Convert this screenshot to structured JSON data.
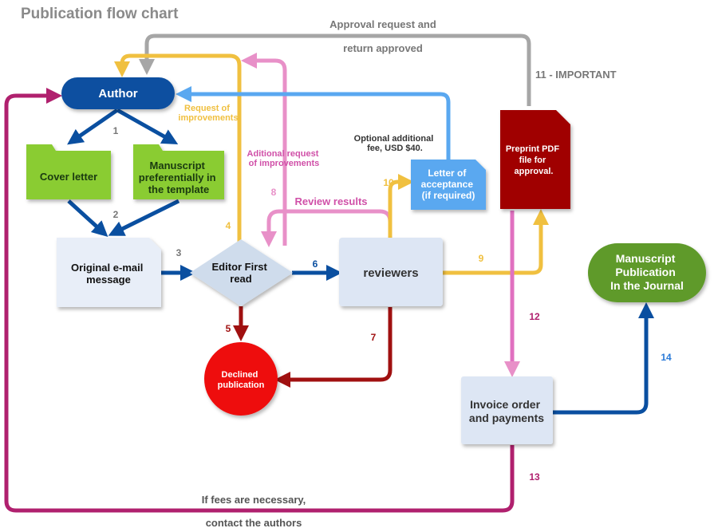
{
  "title": "Publication flow chart",
  "nodes": {
    "author": "Author",
    "cover_letter": "Cover letter",
    "manuscript": [
      "Manuscript",
      "preferentially in",
      "the template"
    ],
    "email": [
      "Original e-mail",
      "message"
    ],
    "editor": [
      "Editor First",
      "read"
    ],
    "reviewers": "reviewers",
    "declined": [
      "Declined",
      "publication"
    ],
    "letter": [
      "Letter of",
      "acceptance",
      "(if required)"
    ],
    "preprint": [
      "Preprint PDF",
      "file for",
      "approval."
    ],
    "invoice": [
      "Invoice order",
      "and payments"
    ],
    "publication": [
      "Manuscript",
      "Publication",
      "In the Journal"
    ]
  },
  "edge_labels": {
    "approval_1": "Approval request and",
    "approval_2": "return approved",
    "important": "11 - IMPORTANT",
    "request_improvements": [
      "Request of",
      "improvements"
    ],
    "additional_request": [
      "Aditional request",
      "of improvements"
    ],
    "optional_fee": [
      "Optional additional",
      "fee, USD $40."
    ],
    "review_results": "Review results",
    "fees_1": "If fees are necessary,",
    "fees_2": "contact the authors"
  },
  "numbers": {
    "n1": "1",
    "n2": "2",
    "n3": "3",
    "n4": "4",
    "n5": "5",
    "n6": "6",
    "n7": "7",
    "n8": "8",
    "n9": "9",
    "n10": "10",
    "n12": "12",
    "n13": "13",
    "n14": "14"
  },
  "colors": {
    "blue": "#0a4fa0",
    "gray": "#a6a6a6",
    "yellow": "#f0c040",
    "pink": "#e890c8",
    "light_blue": "#5aa8f0",
    "dark_red": "#a01010",
    "magenta": "#b0206e",
    "green": "#8acc30",
    "dark_green": "#5e9a2a",
    "red": "#ee1010",
    "preprint": "#a00000",
    "box": "#e8eef8"
  }
}
